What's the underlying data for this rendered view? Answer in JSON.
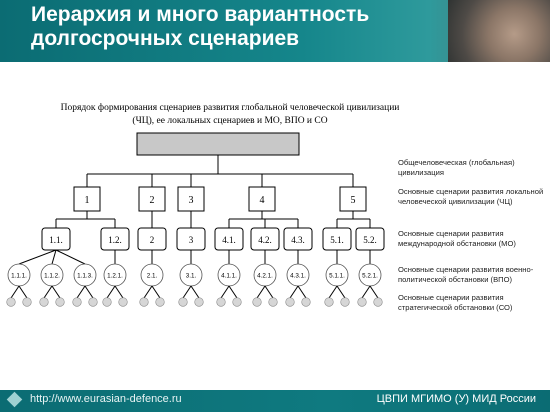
{
  "header": {
    "title": "Иерархия и много вариантность долгосрочных сценариев"
  },
  "diagram": {
    "title": "Порядок формирования сценариев развития глобальной человеческой цивилизации (ЧЦ), ее локальных сценариев и МО, ВПО и СО",
    "level1": [
      "1",
      "2",
      "3",
      "4",
      "5"
    ],
    "level2": [
      "1.1.",
      "1.2.",
      "2",
      "3",
      "4.1.",
      "4.2.",
      "4.3.",
      "5.1.",
      "5.2."
    ],
    "level3": [
      "1.1.1.",
      "1.1.2.",
      "1.1.3.",
      "1.2.1.",
      "2.1.",
      "3.1.",
      "4.1.1.",
      "4.2.1.",
      "4.3.1.",
      "5.1.1.",
      "5.2.1."
    ],
    "legend": [
      "Общечеловеческая (глобальная) цивилизация",
      "Основные сценарии развития локальной человеческой цивилизации (ЧЦ)",
      "Основные сценарии развития международной обстановки (МО)",
      "Основные сценарии развития военно-политической обстановки (ВПО)",
      "Основные сценарии развития стратегической обстановки (СО)"
    ]
  },
  "footer": {
    "url": "http://www.eurasian-defence.ru",
    "org": "ЦВПИ МГИМО (У) МИД России"
  },
  "colors": {
    "header_teal": "#0b6c73",
    "root_box_fill": "#c8c8c8",
    "leaf_circle_fill": "#d6d6d6"
  }
}
